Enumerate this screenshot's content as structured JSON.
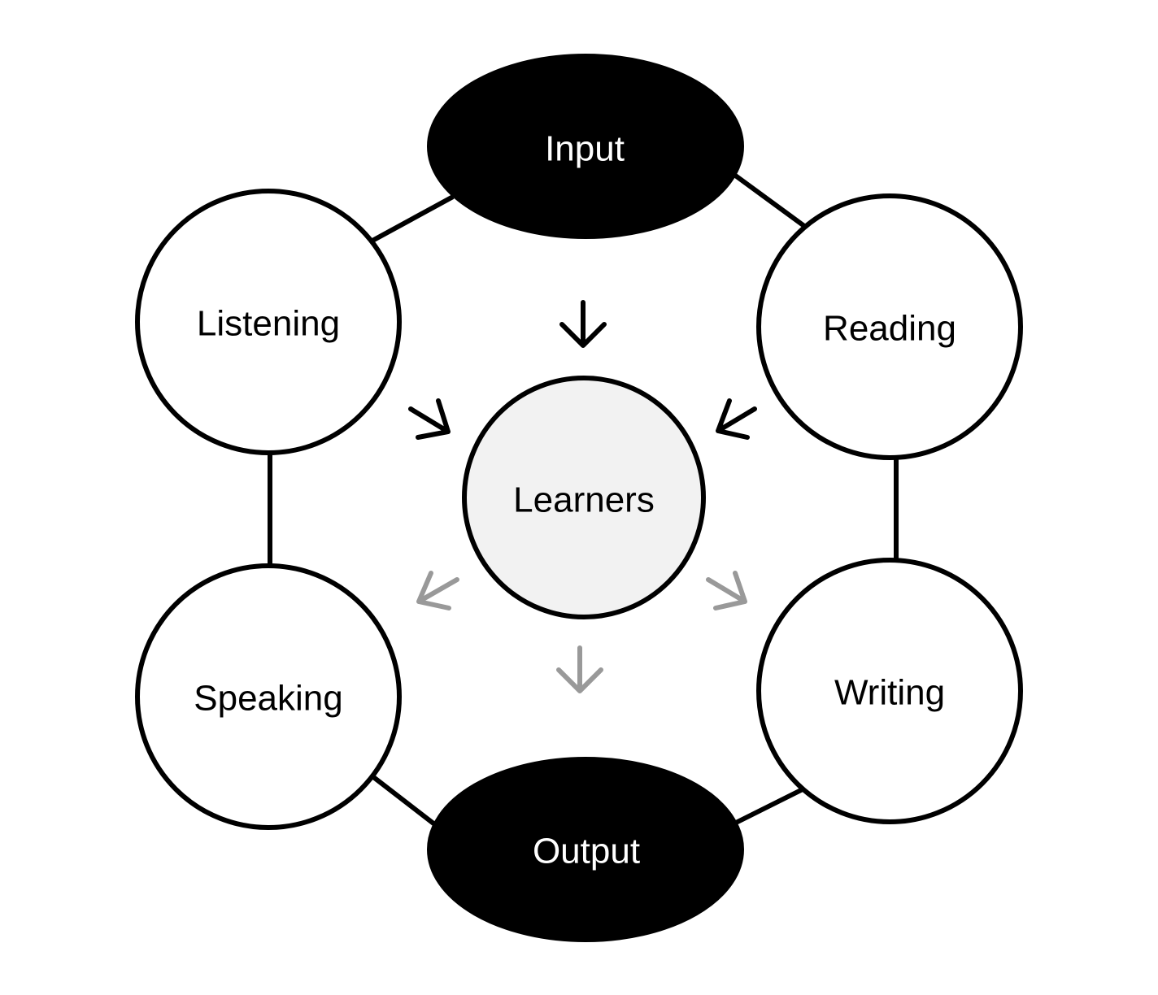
{
  "colors": {
    "background": "#ffffff",
    "stroke": "#000000",
    "terminal_fill": "#000000",
    "terminal_text": "#ffffff",
    "skill_fill": "#ffffff",
    "skill_text": "#000000",
    "center_fill": "#f2f2f2",
    "input_arrow": "#000000",
    "output_arrow": "#999999"
  },
  "nodes": {
    "input": {
      "label": "Input"
    },
    "output": {
      "label": "Output"
    },
    "learners": {
      "label": "Learners"
    },
    "listening": {
      "label": "Listening"
    },
    "reading": {
      "label": "Reading"
    },
    "speaking": {
      "label": "Speaking"
    },
    "writing": {
      "label": "Writing"
    }
  },
  "connections": [
    {
      "from": "input",
      "to": "listening"
    },
    {
      "from": "input",
      "to": "reading"
    },
    {
      "from": "listening",
      "to": "speaking"
    },
    {
      "from": "reading",
      "to": "writing"
    },
    {
      "from": "speaking",
      "to": "output"
    },
    {
      "from": "writing",
      "to": "output"
    }
  ],
  "flows": [
    {
      "from": "input",
      "to": "learners",
      "kind": "input"
    },
    {
      "from": "listening",
      "to": "learners",
      "kind": "input"
    },
    {
      "from": "reading",
      "to": "learners",
      "kind": "input"
    },
    {
      "from": "learners",
      "to": "speaking",
      "kind": "output"
    },
    {
      "from": "learners",
      "to": "output",
      "kind": "output"
    },
    {
      "from": "learners",
      "to": "writing",
      "kind": "output"
    }
  ]
}
